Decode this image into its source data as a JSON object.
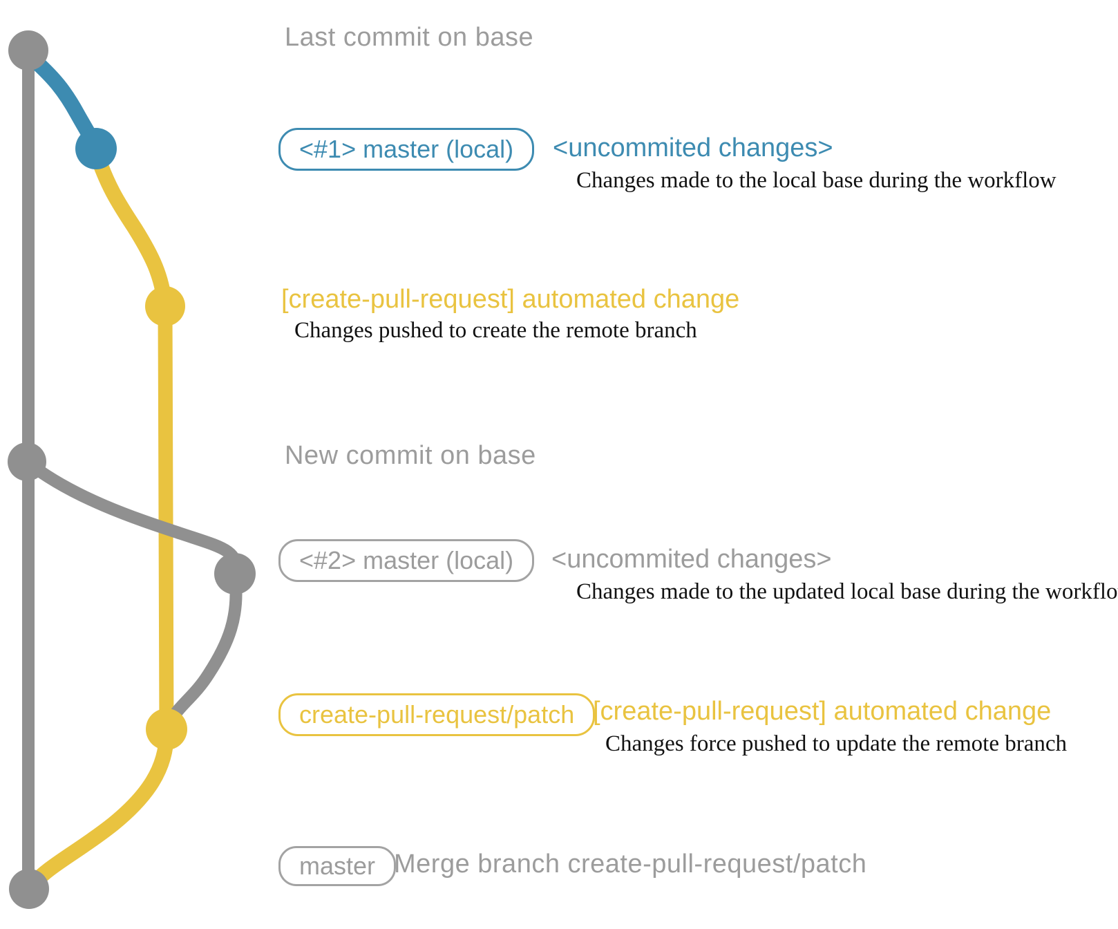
{
  "colors": {
    "blue": "#3d8bb1",
    "yellow": "#e9c340",
    "gray": "#909090",
    "gray_text": "#9c9c9c",
    "black": "#111111",
    "bg": "#ffffff"
  },
  "graph": {
    "commits": [
      {
        "name": "last-commit-on-base",
        "color": "gray"
      },
      {
        "name": "uncommitted-changes-1",
        "color": "blue"
      },
      {
        "name": "automated-change-commit",
        "color": "yellow"
      },
      {
        "name": "new-commit-on-base",
        "color": "gray"
      },
      {
        "name": "uncommitted-changes-2",
        "color": "gray"
      },
      {
        "name": "force-pushed-commit",
        "color": "yellow"
      },
      {
        "name": "merge-commit",
        "color": "gray"
      }
    ]
  },
  "rows": {
    "r1": {
      "label": "Last commit on base"
    },
    "r2": {
      "badge": "<#1> master (local)",
      "tag": "<uncommited changes>",
      "desc": "Changes made to the local base during the workflow"
    },
    "r3": {
      "heading": "[create-pull-request] automated change",
      "desc": "Changes pushed to create the remote branch"
    },
    "r4": {
      "label": "New commit on base"
    },
    "r5": {
      "badge": "<#2> master (local)",
      "tag": "<uncommited changes>",
      "desc": "Changes made to the updated local base during the workflow"
    },
    "r6": {
      "badge": "create-pull-request/patch",
      "heading": "[create-pull-request] automated change",
      "desc": "Changes force pushed to update the remote branch"
    },
    "r7": {
      "badge": "master",
      "label": "Merge branch create-pull-request/patch"
    }
  }
}
